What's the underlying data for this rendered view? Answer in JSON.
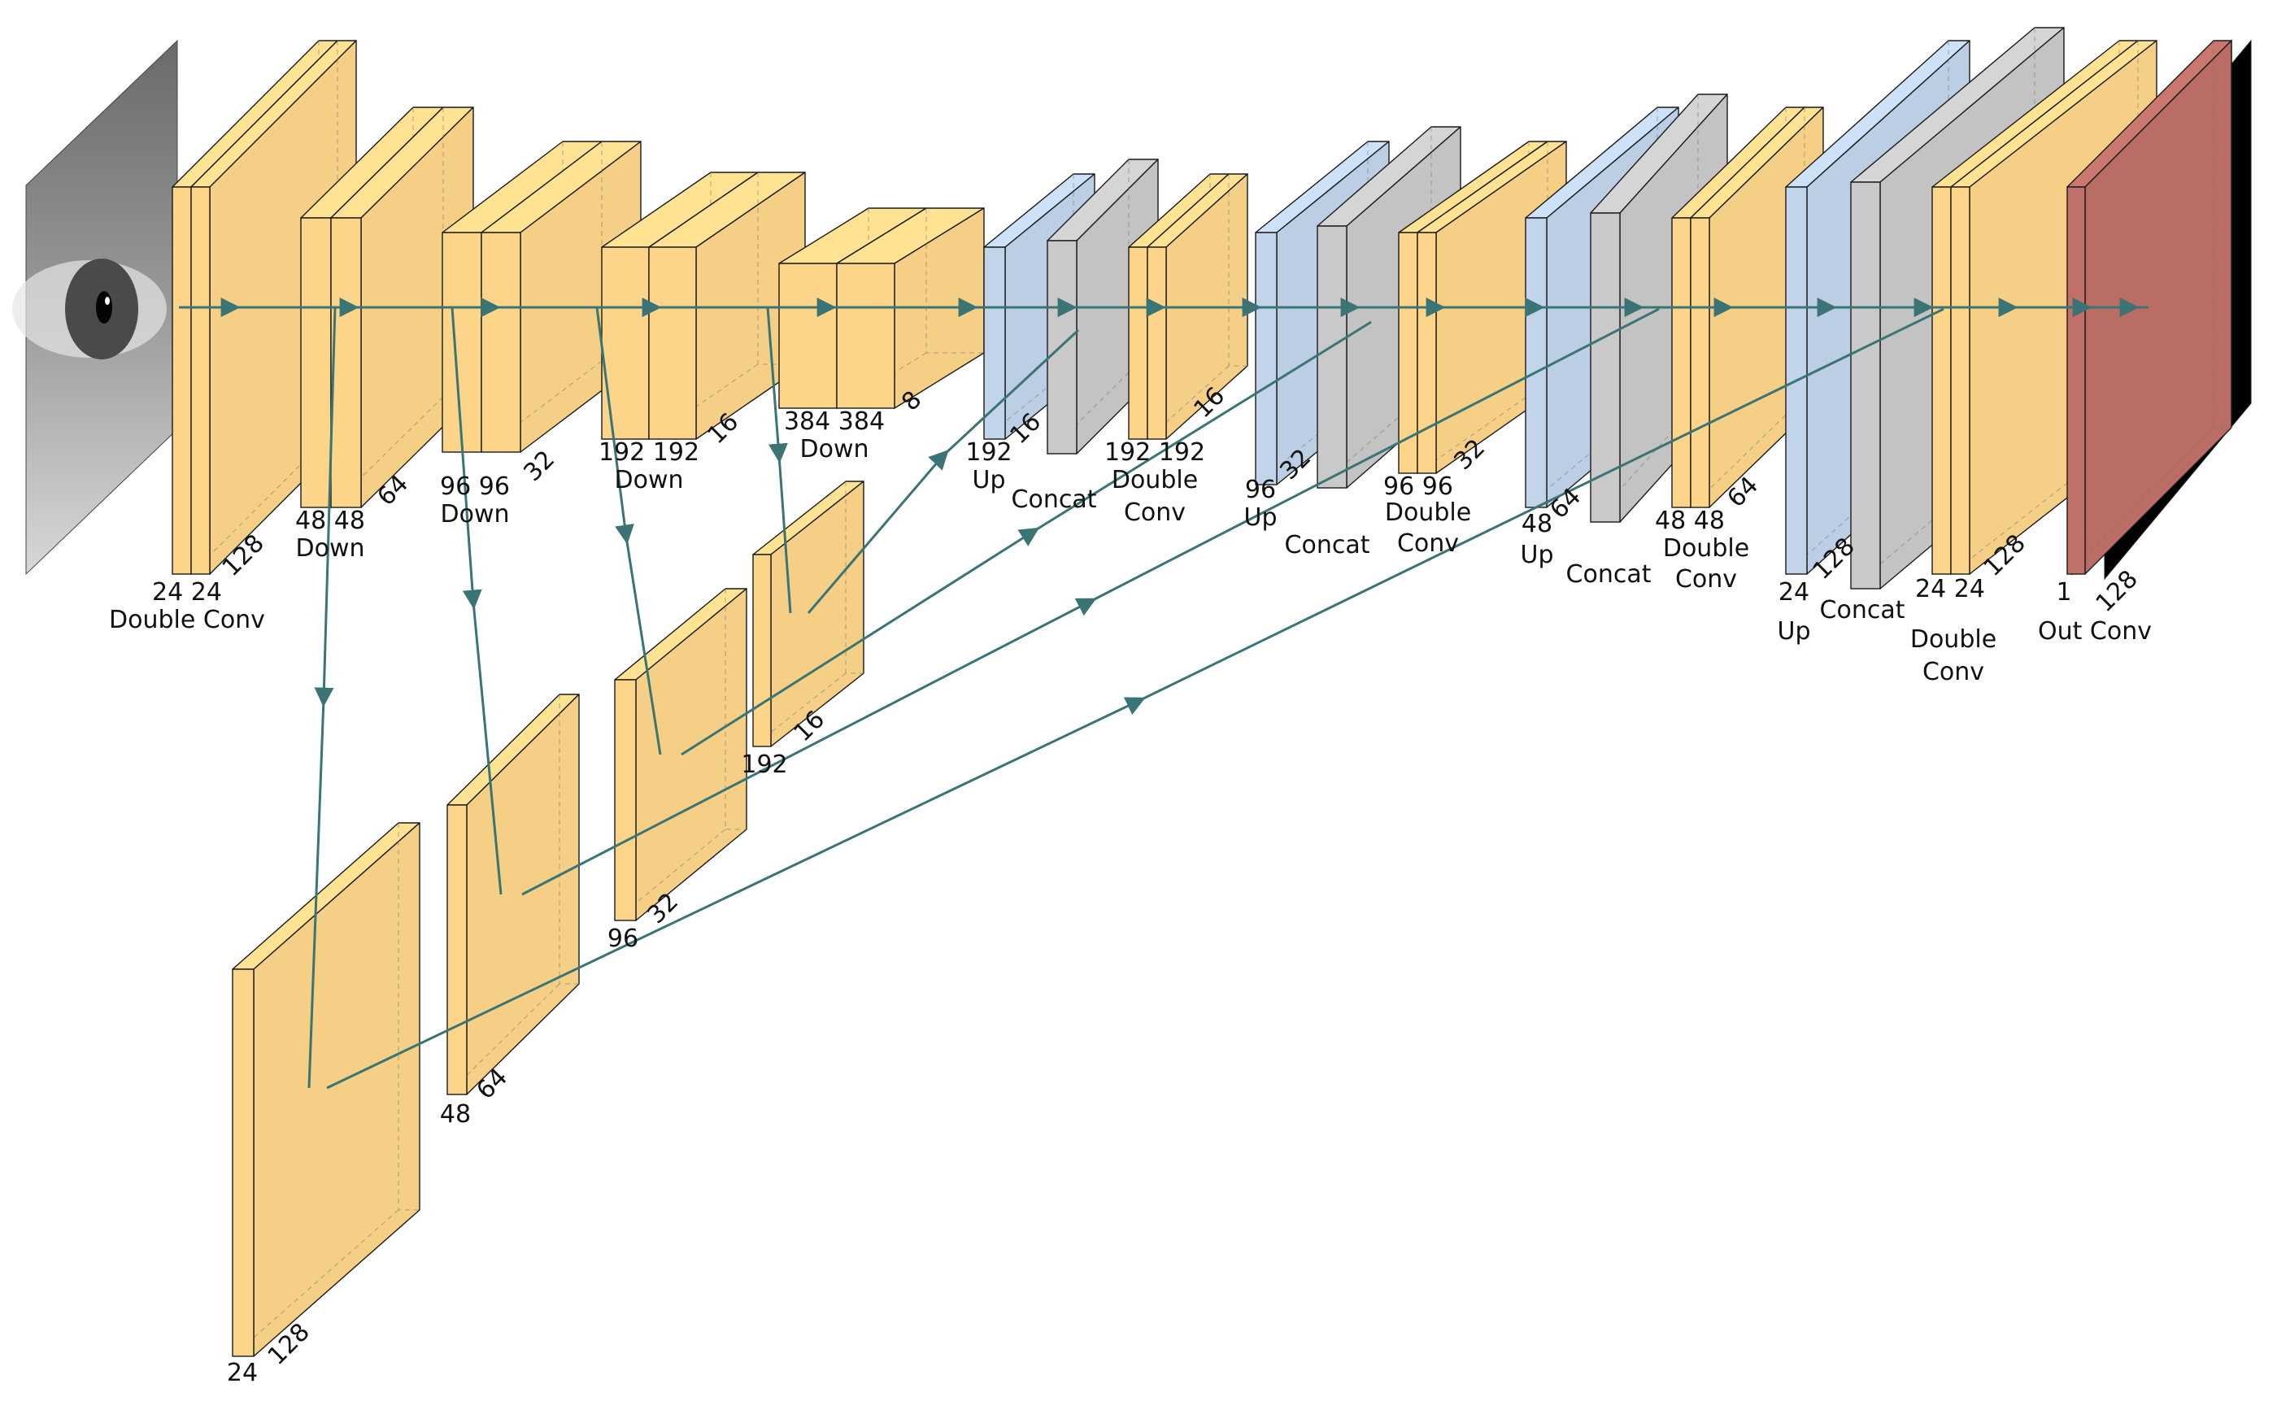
{
  "colors": {
    "conv": "#fdd58a",
    "conv_stroke": "#1a1a1a",
    "up": "#c1d4ea",
    "concat": "#c9c9c9",
    "out_conv": "#c07068",
    "out_side": "#c090c8",
    "arrow": "#3a7474",
    "mask_bg": "#000000",
    "mask_fg": "#ffffff"
  },
  "input": {
    "label": "input-eye-image"
  },
  "output": {
    "label": "output-segmentation-mask"
  },
  "blocks": [
    {
      "id": "enc1",
      "kind": "conv",
      "dims": "24 24",
      "depth": "128",
      "label": "Double Conv"
    },
    {
      "id": "enc2",
      "kind": "conv",
      "dims": "48 48",
      "depth": "64",
      "label": "Down"
    },
    {
      "id": "enc3",
      "kind": "conv",
      "dims": "96 96",
      "depth": "32",
      "label": "Down"
    },
    {
      "id": "enc4",
      "kind": "conv",
      "dims": "192 192",
      "depth": "16",
      "label": "Down"
    },
    {
      "id": "enc5",
      "kind": "conv",
      "dims": "384 384",
      "depth": "8",
      "label": "Down"
    },
    {
      "id": "up1",
      "kind": "up",
      "dims": "192",
      "depth": "16",
      "label": "Up"
    },
    {
      "id": "cat1",
      "kind": "concat",
      "dims": "",
      "depth": "",
      "label": "Concat"
    },
    {
      "id": "dc1",
      "kind": "conv",
      "dims": "192 192",
      "depth": "16",
      "label": "Double Conv"
    },
    {
      "id": "up2",
      "kind": "up",
      "dims": "96",
      "depth": "32",
      "label": "Up"
    },
    {
      "id": "cat2",
      "kind": "concat",
      "dims": "",
      "depth": "",
      "label": "Concat"
    },
    {
      "id": "dc2",
      "kind": "conv",
      "dims": "96 96",
      "depth": "32",
      "label": "Double Conv"
    },
    {
      "id": "up3",
      "kind": "up",
      "dims": "48",
      "depth": "64",
      "label": "Up"
    },
    {
      "id": "cat3",
      "kind": "concat",
      "dims": "",
      "depth": "",
      "label": "Concat"
    },
    {
      "id": "dc3",
      "kind": "conv",
      "dims": "48 48",
      "depth": "64",
      "label": "Double Conv"
    },
    {
      "id": "up4",
      "kind": "up",
      "dims": "24",
      "depth": "128",
      "label": "Up"
    },
    {
      "id": "cat4",
      "kind": "concat",
      "dims": "",
      "depth": "",
      "label": "Concat"
    },
    {
      "id": "dc4",
      "kind": "conv",
      "dims": "24 24",
      "depth": "128",
      "label": "Double Conv"
    },
    {
      "id": "outc",
      "kind": "out",
      "dims": "1",
      "depth": "128",
      "label": "Out Conv"
    }
  ],
  "skips": [
    {
      "id": "skip1",
      "dims": "24",
      "depth": "128"
    },
    {
      "id": "skip2",
      "dims": "48",
      "depth": "64"
    },
    {
      "id": "skip3",
      "dims": "96",
      "depth": "32"
    },
    {
      "id": "skip4",
      "dims": "192",
      "depth": "16"
    }
  ]
}
